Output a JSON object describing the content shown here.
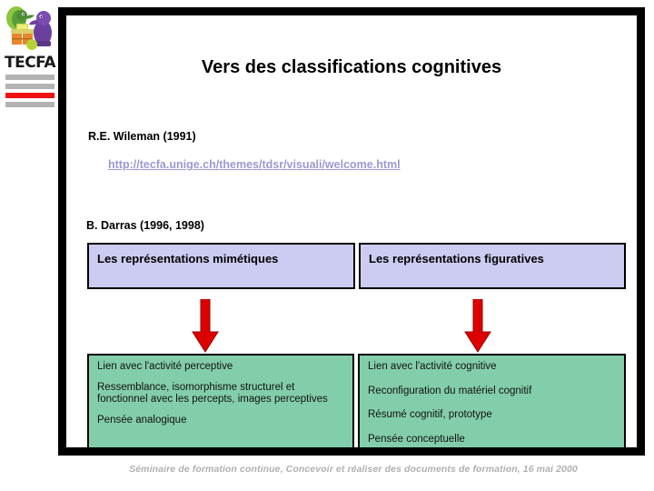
{
  "logo": {
    "wordmark": "TECFA",
    "illustration_name": "tecfa-clay-figures-at-computer",
    "stripe_colors": [
      "#b3b3b3",
      "#b3b3b3",
      "#ee1111",
      "#b3b3b3"
    ]
  },
  "slide": {
    "title": "Vers des classifications cognitives",
    "references": {
      "wileman": "R.E. Wileman (1991)",
      "wileman_url": "http://tecfa.unige.ch/themes/tdsr/visuali/welcome.html",
      "darras": "B. Darras (1996, 1998)"
    },
    "columns": [
      {
        "heading": "Les représentations mimétiques",
        "arrow": "down-arrow-red",
        "items": [
          "Lien avec l'activité perceptive",
          "Ressemblance, isomorphisme structurel et fonctionnel avec les percepts, images perceptives",
          "Pensée analogique"
        ]
      },
      {
        "heading": "Les représentations figuratives",
        "arrow": "down-arrow-red",
        "items": [
          "Lien avec l'activité cognitive",
          "Reconfiguration du matériel cognitif",
          "Résumé cognitif, prototype",
          "Pensée conceptuelle"
        ]
      }
    ]
  },
  "footer": "Séminaire de formation continue, Concevoir et réaliser des documents de formation, 16 mai 2000",
  "colors": {
    "heading_box_fill": "#ccccf2",
    "content_box_fill": "#83ceaa",
    "arrow": "#dd0000",
    "url_link": "#9a9ad0",
    "footer_text": "#b0b0b0",
    "frame": "#000000"
  }
}
